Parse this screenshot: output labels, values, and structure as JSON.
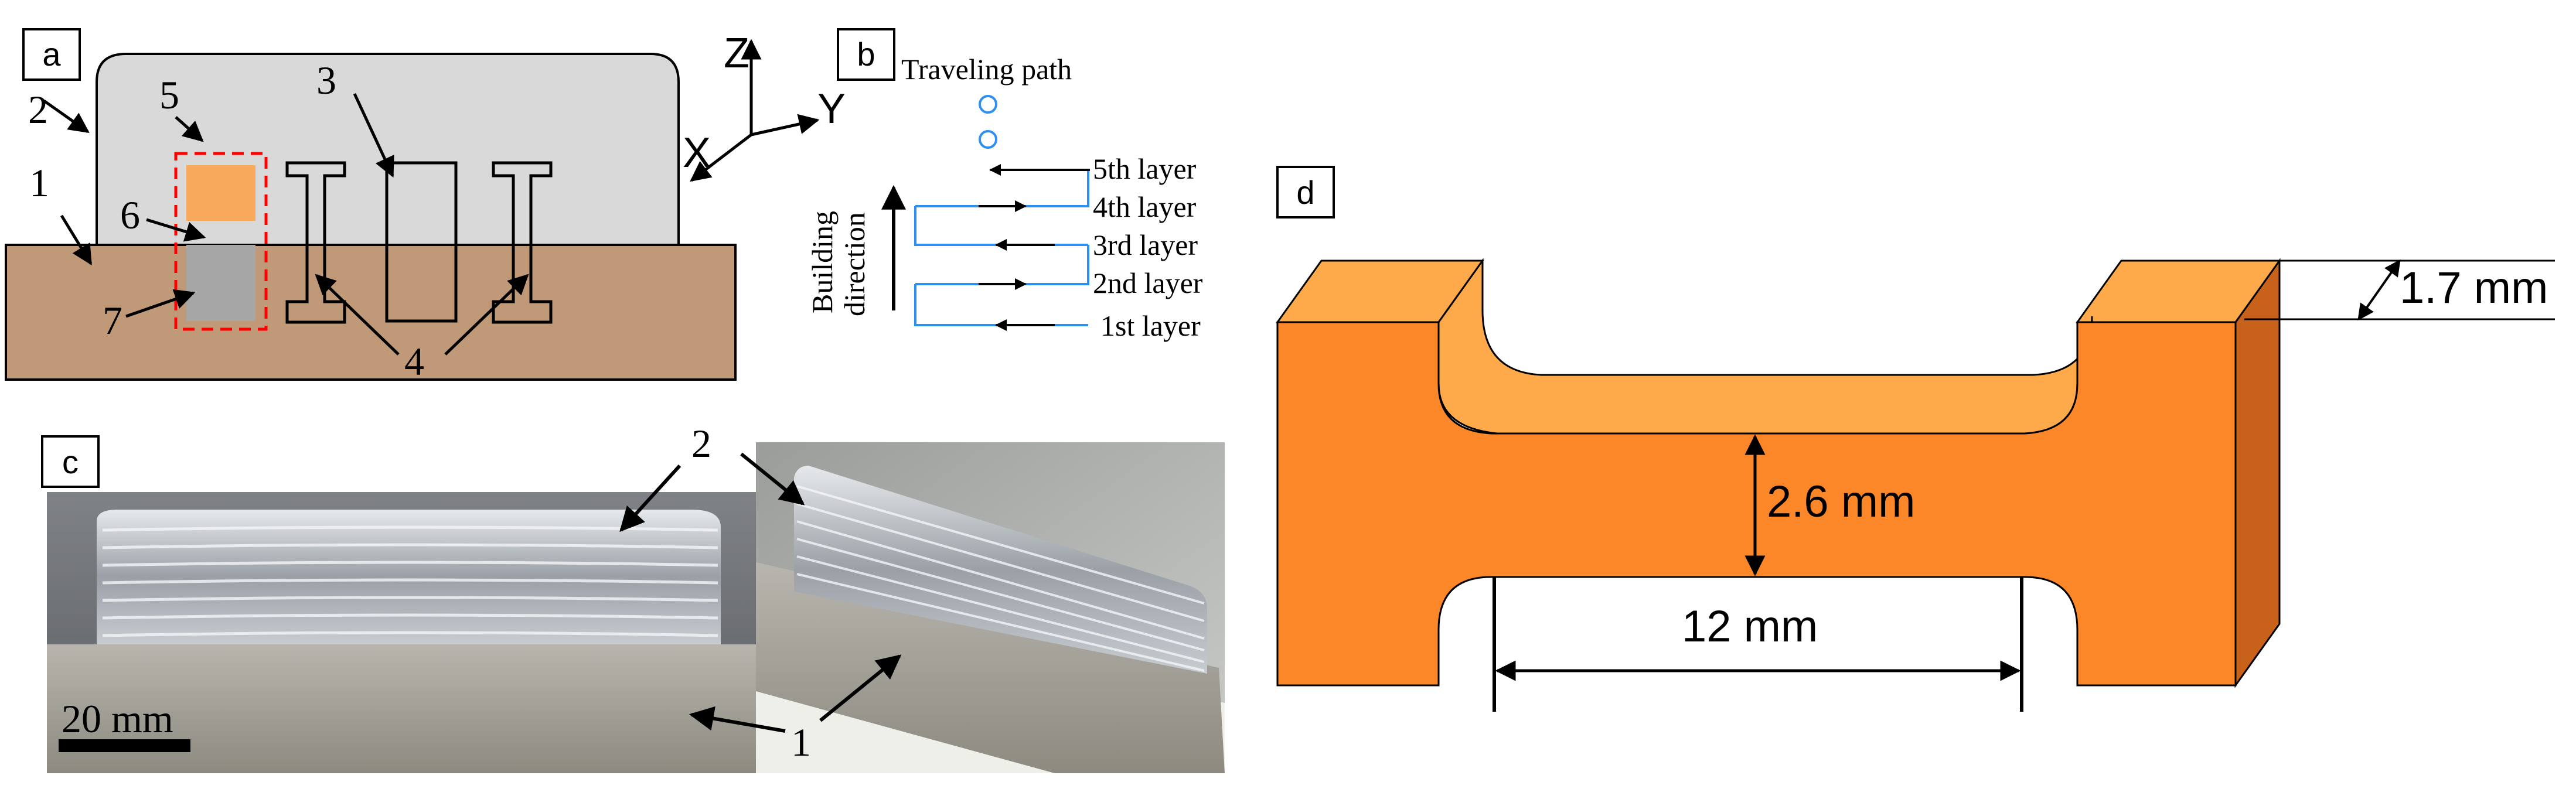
{
  "panel_a": {
    "label": "a",
    "numbers": {
      "n1": "1",
      "n2": "2",
      "n3": "3",
      "n4": "4",
      "n5": "5",
      "n6": "6",
      "n7": "7"
    },
    "axes": {
      "z": "Z",
      "y": "Y",
      "x": "X"
    },
    "colors": {
      "substrate": "#c09a78",
      "deposit": "#d9d9d9",
      "region6": "#f8a95c",
      "region7": "#a6a6a6",
      "dashed_box": "#ff0000"
    }
  },
  "panel_b": {
    "label": "b",
    "traveling_path": "Traveling path",
    "building_direction_line1": "Building",
    "building_direction_line2": "direction",
    "layers": [
      "5th layer",
      "4th layer",
      "3rd layer",
      "2nd layer",
      "1st layer"
    ],
    "colors": {
      "path": "#2f8ff0"
    }
  },
  "panel_c": {
    "label": "c",
    "scale_bar": "20 mm",
    "numbers": {
      "n1": "1",
      "n2a": "2",
      "n2b": "2"
    }
  },
  "panel_d": {
    "label": "d",
    "thickness": "1.7 mm",
    "width": "2.6 mm",
    "gauge_length": "12 mm",
    "colors": {
      "front": "#fc8728",
      "top": "#fea94a",
      "side": "#c8621b"
    }
  }
}
